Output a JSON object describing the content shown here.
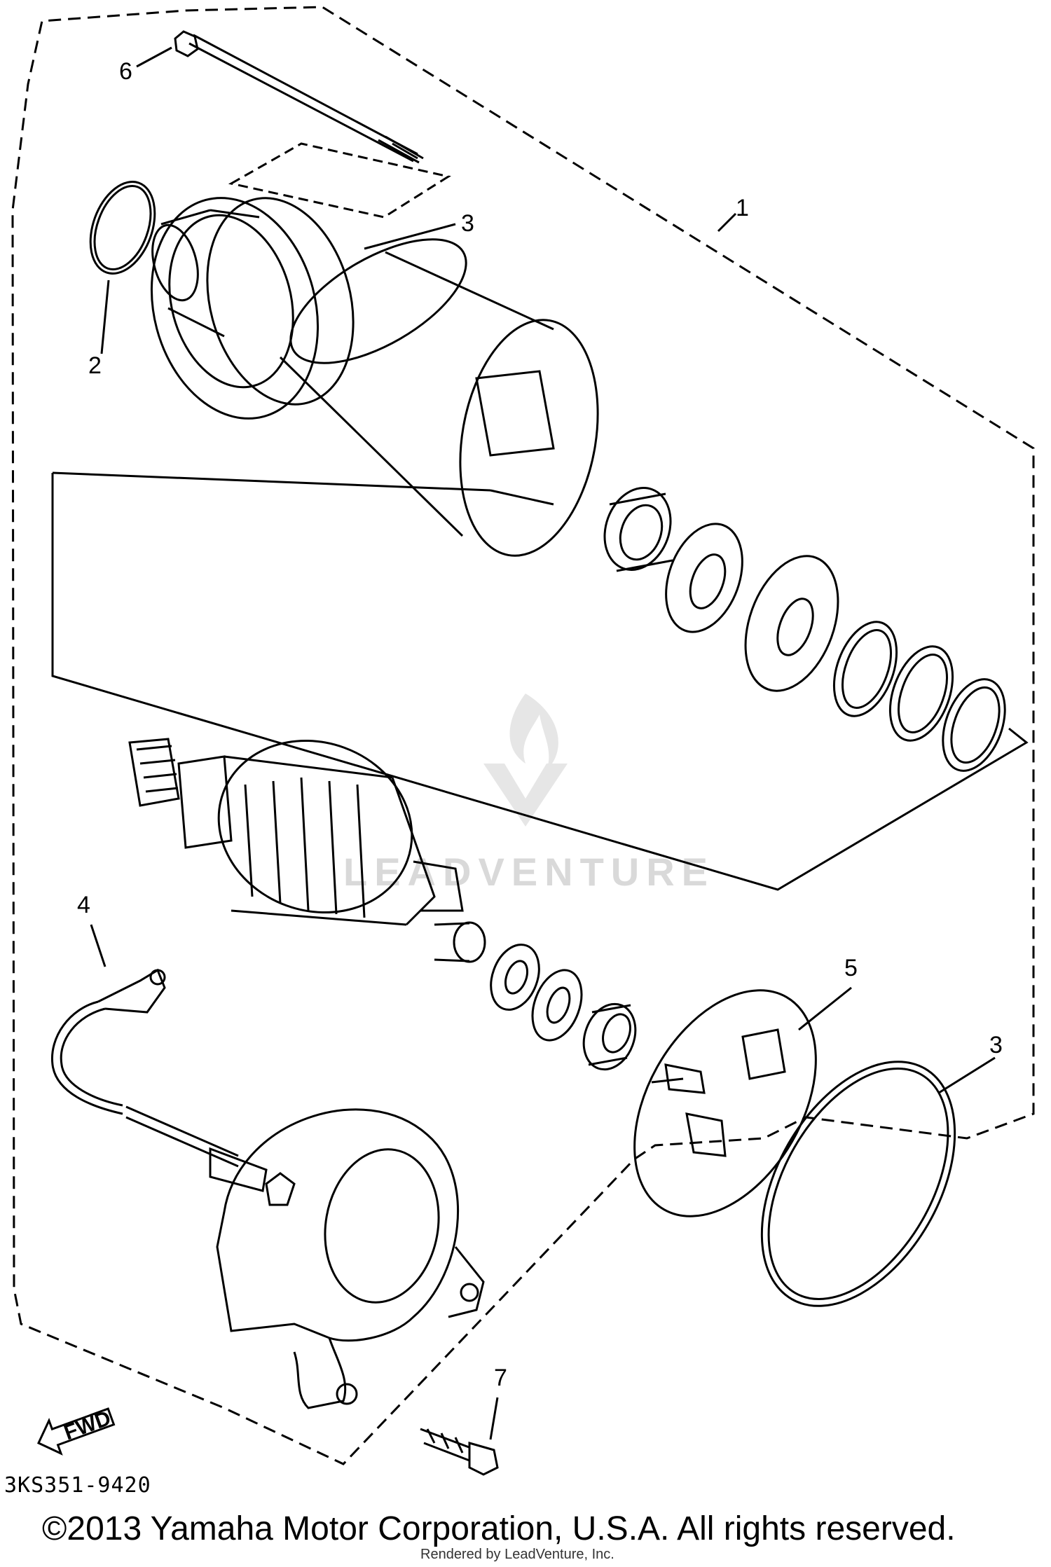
{
  "diagram": {
    "callouts": {
      "c1": "1",
      "c2": "2",
      "c3a": "3",
      "c3b": "3",
      "c4": "4",
      "c5": "5",
      "c6": "6",
      "c7": "7"
    },
    "fwd_label": "FWD",
    "drawing_code": "3KS351-9420",
    "watermark": "LEADVENTURE"
  },
  "footer": {
    "copyright": "©2013 Yamaha Motor Corporation, U.S.A. All rights reserved.",
    "rendered_by": "Rendered by LeadVenture, Inc."
  }
}
